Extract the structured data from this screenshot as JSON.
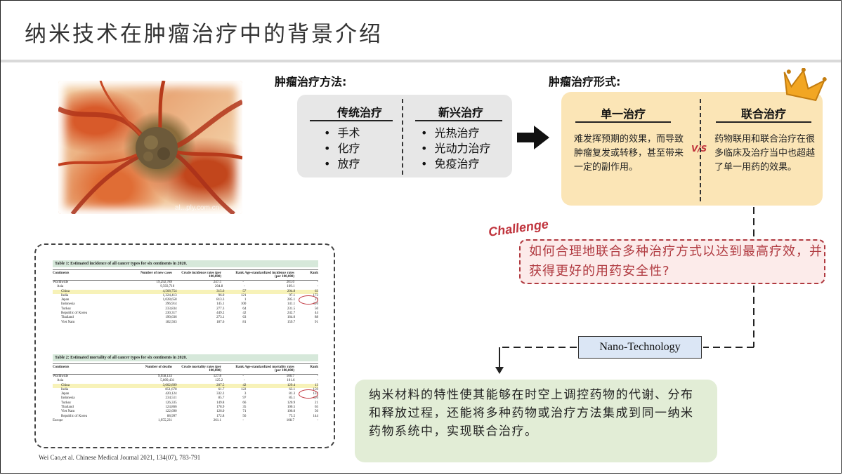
{
  "title": "纳米技术在肿瘤治疗中的背景介绍",
  "methods": {
    "label": "肿瘤治疗方法:",
    "traditional": {
      "title": "传统治疗",
      "items": [
        "手术",
        "化疗",
        "放疗"
      ]
    },
    "emerging": {
      "title": "新兴治疗",
      "items": [
        "光热治疗",
        "光动力治疗",
        "免疫治疗"
      ]
    }
  },
  "forms": {
    "label": "肿瘤治疗形式:",
    "single": {
      "title": "单一治疗",
      "text": "难发挥预期的效果，而导致肿瘤复发或转移，甚至带来一定的副作用。"
    },
    "vs": "V/S",
    "combined": {
      "title": "联合治疗",
      "text": "药物联用和联合治疗在很多临床及治疗当中也超越了单一用药的效果。"
    }
  },
  "challenge": {
    "label": "Challenge",
    "text": "如何合理地联合多种治疗方式以达到最高疗效，并获得更好的用药安全性?"
  },
  "nano_label": "Nano-Technology",
  "nano_text": "纳米材料的特性使其能够在时空上调控药物的代谢、分布和释放过程，还能将多种药物或治疗方法集成到同一纳米药物系统中，实现联合治疗。",
  "image_watermark": "al...ply.com.cn",
  "table1": {
    "title": "Table 1: Estimated incidence of all cancer types for six continents in 2020.",
    "headers": [
      "Continents",
      "Number of new cases",
      "Crude incidence rates (per 100,000)",
      "Rank",
      "Age-standardized incidence rates (per 100,000)",
      "Rank"
    ],
    "rows": [
      [
        "Worldwide",
        "19,292,789",
        "247.5",
        "-",
        "201.0",
        "-"
      ],
      [
        "Asia",
        "9,503,710",
        "204.8",
        "-",
        "169.1",
        "-"
      ],
      [
        "China",
        "4,568,754",
        "315.6",
        "57",
        "204.8",
        "63"
      ],
      [
        "India",
        "1,324,413",
        "96.0",
        "121",
        "97.1",
        "172"
      ],
      [
        "Japan",
        "1,028,658",
        "813.3",
        "1",
        "285.1",
        "27"
      ],
      [
        "Indonesia",
        "396,914",
        "145.1",
        "100",
        "141.1",
        "110"
      ],
      [
        "Turkey",
        "233,834",
        "277.3",
        "64",
        "231.5",
        "50"
      ],
      [
        "Republic of Korea",
        "230,317",
        "449.2",
        "42",
        "242.7",
        "44"
      ],
      [
        "Thailand",
        "190,636",
        "273.1",
        "63",
        "164.0",
        "88"
      ],
      [
        "Viet Nam",
        "182,563",
        "187.6",
        "81",
        "159.7",
        "91"
      ]
    ]
  },
  "table2": {
    "title": "Table 2: Estimated mortality of all cancer types for six continents in 2020.",
    "headers": [
      "Continents",
      "Number of deaths",
      "Crude mortality rates (per 100,000)",
      "Rank",
      "Age-standardized mortality rates (per 100,000)",
      "Rank"
    ],
    "rows": [
      [
        "Worldwide",
        "9,958,133",
        "127.8",
        "-",
        "100.7",
        "-"
      ],
      [
        "Asia",
        "5,809,431",
        "125.2",
        "-",
        "101.6",
        "-"
      ],
      [
        "China",
        "3,002,899",
        "207.5",
        "42",
        "129.4",
        "13"
      ],
      [
        "India",
        "851,678",
        "61.7",
        "122",
        "63.1",
        "159"
      ],
      [
        "Japan",
        "420,124",
        "332.2",
        "3",
        "81.3",
        "124"
      ],
      [
        "Indonesia",
        "234,511",
        "85.7",
        "97",
        "85.1",
        "110"
      ],
      [
        "Turkey",
        "126,335",
        "149.8",
        "66",
        "120.9",
        "21"
      ],
      [
        "Thailand",
        "124,866",
        "178.9",
        "35",
        "100.5",
        "65"
      ],
      [
        "Viet Nam",
        "122,690",
        "126.0",
        "71",
        "106.0",
        "50"
      ],
      [
        "Republic of Korea",
        "88,997",
        "172.8",
        "56",
        "75.5",
        "144"
      ],
      [
        "Europe",
        "1,955,231",
        "261.1",
        "-",
        "108.7",
        "-"
      ]
    ]
  },
  "citation": "Wei Cao,et al. Chinese Medical Journal 2021, 134(07), 783-791"
}
